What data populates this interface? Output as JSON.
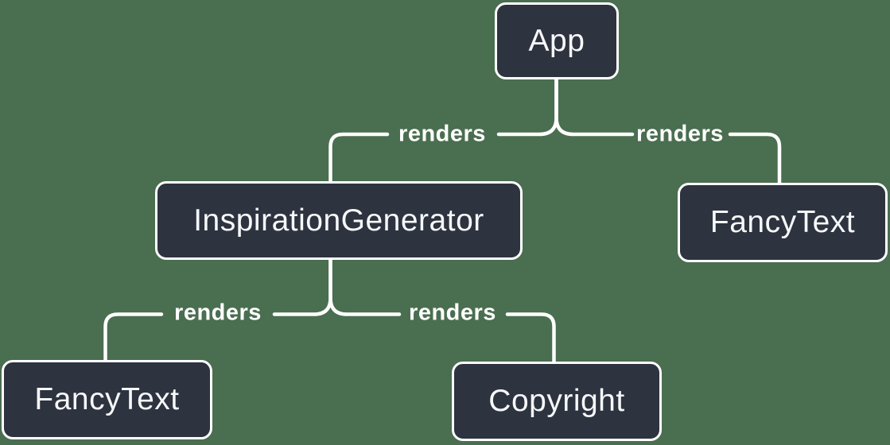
{
  "theme": {
    "background_color": "#4a6e50",
    "node_fill_color": "#2d333f",
    "node_border_color": "#ffffff",
    "edge_line_color": "#ffffff",
    "node_text_color": "#f6f7f9"
  },
  "diagram": {
    "type": "render-tree",
    "nodes": [
      {
        "id": "app",
        "label": "App"
      },
      {
        "id": "inspiration-generator",
        "label": "InspirationGenerator"
      },
      {
        "id": "fancy-text-right",
        "label": "FancyText"
      },
      {
        "id": "fancy-text-left",
        "label": "FancyText"
      },
      {
        "id": "copyright",
        "label": "Copyright"
      }
    ],
    "edges": [
      {
        "from": "app",
        "to": "inspiration-generator",
        "label": "renders"
      },
      {
        "from": "app",
        "to": "fancy-text-right",
        "label": "renders"
      },
      {
        "from": "inspiration-generator",
        "to": "fancy-text-left",
        "label": "renders"
      },
      {
        "from": "inspiration-generator",
        "to": "copyright",
        "label": "renders"
      }
    ]
  }
}
